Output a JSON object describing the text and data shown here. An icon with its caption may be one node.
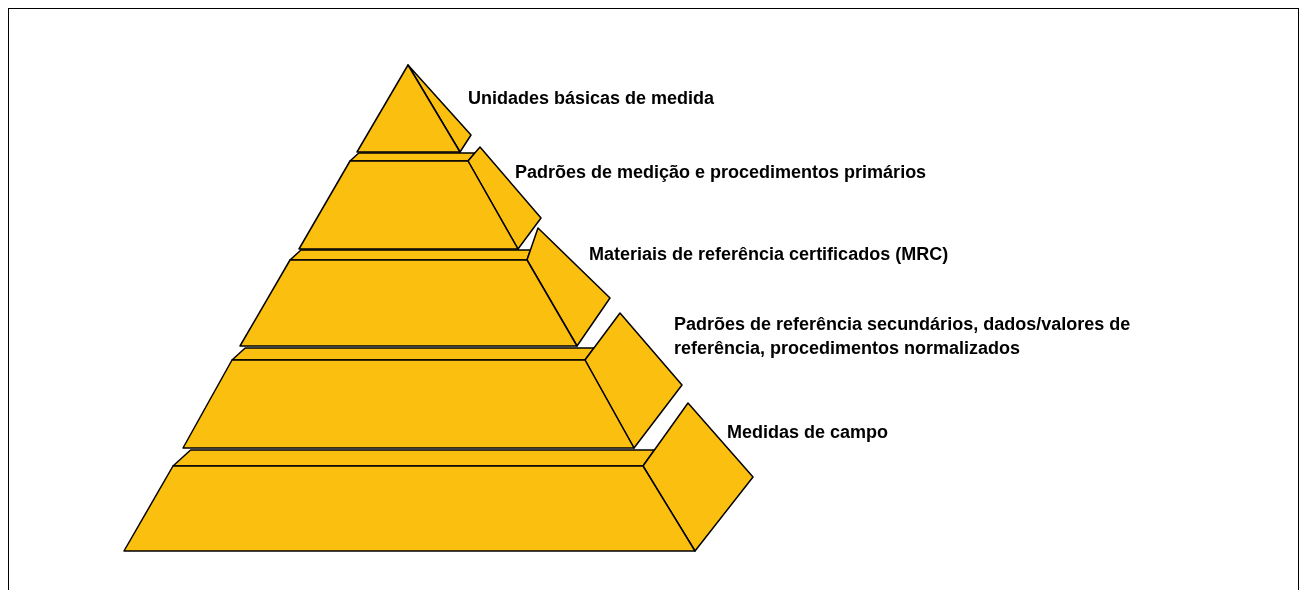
{
  "diagram": {
    "nodes": [
      {
        "text": [],
        "shape": "triangle",
        "beside": [
          "Unidades básicas de medida"
        ]
      },
      {
        "text": [],
        "shape": "trapezoid",
        "beside": [
          "Padrões de medição e procedimentos primários"
        ]
      },
      {
        "text": [],
        "shape": "trapezoid",
        "beside": [
          "Materiais de referência certificados (MRC)"
        ]
      },
      {
        "text": [],
        "shape": "trapezoid",
        "beside": [
          "Padrões de referência secundários, dados/valores de referência, procedimentos normalizados"
        ]
      },
      {
        "text": [],
        "shape": "trapezoid",
        "beside": [
          "Medidas de campo"
        ]
      }
    ]
  }
}
